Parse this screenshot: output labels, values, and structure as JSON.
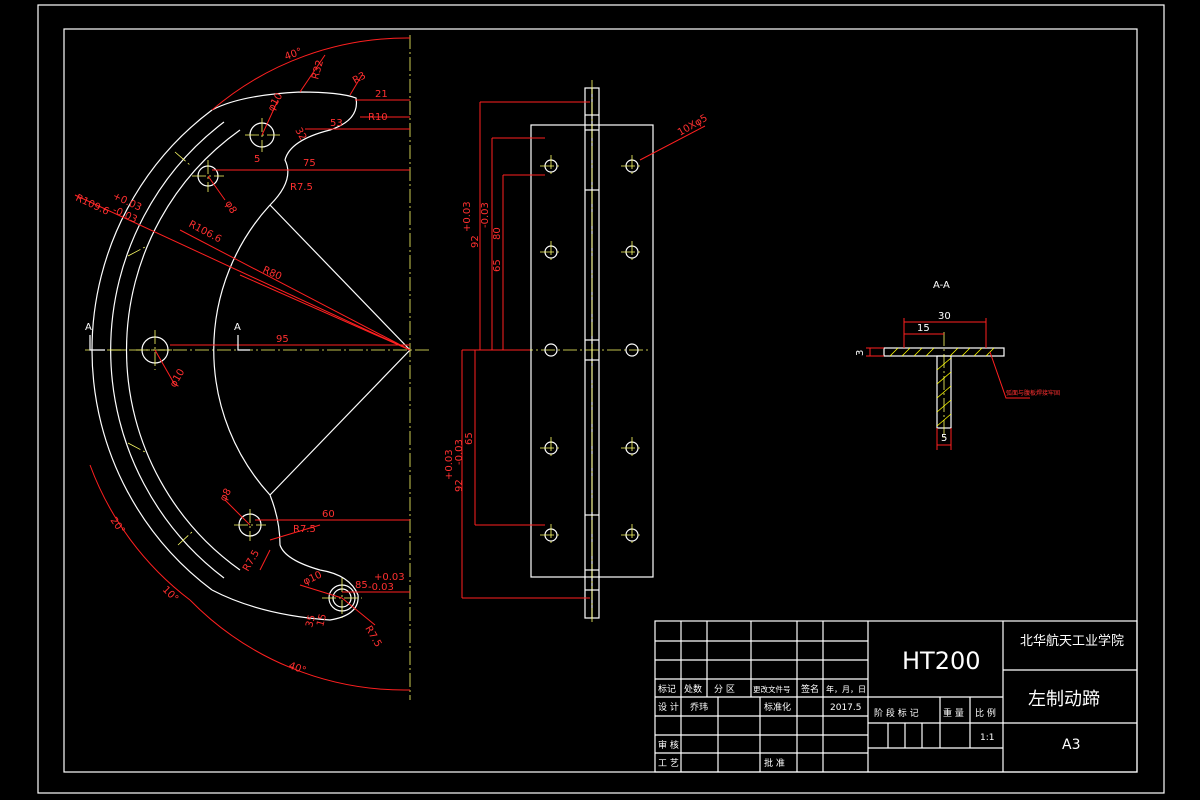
{
  "title_block": {
    "material": "HT200",
    "school": "北华航天工业学院",
    "part_name": "左制动蹄",
    "sheet_size": "A3",
    "scale": "1:1",
    "header_labels": [
      "标记",
      "处数",
      "分 区",
      "更改文件号",
      "签名",
      "年，月，日"
    ],
    "design_label": "设 计",
    "designer": "乔玮",
    "standardize_label": "标准化",
    "date": "2017.5",
    "stage_labels": [
      "阶 段 标 记",
      "重 量",
      "比 例"
    ],
    "review_label": "审 核",
    "process_label": "工 艺",
    "approve_label": "批 准"
  },
  "section": {
    "title": "A-A",
    "dims": [
      "30",
      "15",
      "3",
      "5"
    ],
    "note": "弧面与腹板焊接牢固"
  },
  "section_marks": [
    "A",
    "A"
  ],
  "dims_main": {
    "angle_top": "40°",
    "r32": "R32",
    "r3": "R3",
    "d21": "21",
    "r10": "R10",
    "d53": "53",
    "phi10_top": "φ10",
    "d32": "32",
    "d5": "5",
    "d75": "75",
    "r75_top": "R7.5",
    "phi8_top": "φ8",
    "r109": "R109.6",
    "tol_plus": "+0.03",
    "tol_minus": "-0.03",
    "r106": "R106.6",
    "r80": "R80",
    "d95": "95",
    "phi10_mid": "φ10",
    "angle_20": "20°",
    "angle_10": "10°",
    "angle_bottom": "40°",
    "phi8_bot": "φ8",
    "d60": "60",
    "r75_bot": "R7.5",
    "r75_bot2": "R7.5",
    "phi10_bot": "φ10",
    "d35": "35",
    "d15": "15",
    "d85": "85",
    "r75_bot3": "R7.5"
  },
  "dims_side": {
    "holes": "10Xφ5",
    "d92_top": "92",
    "d80": "80",
    "d65_top": "65",
    "d65_bot": "65",
    "d92_bot": "92",
    "tol_plus": "+0.03",
    "tol_minus": "-0.03"
  }
}
